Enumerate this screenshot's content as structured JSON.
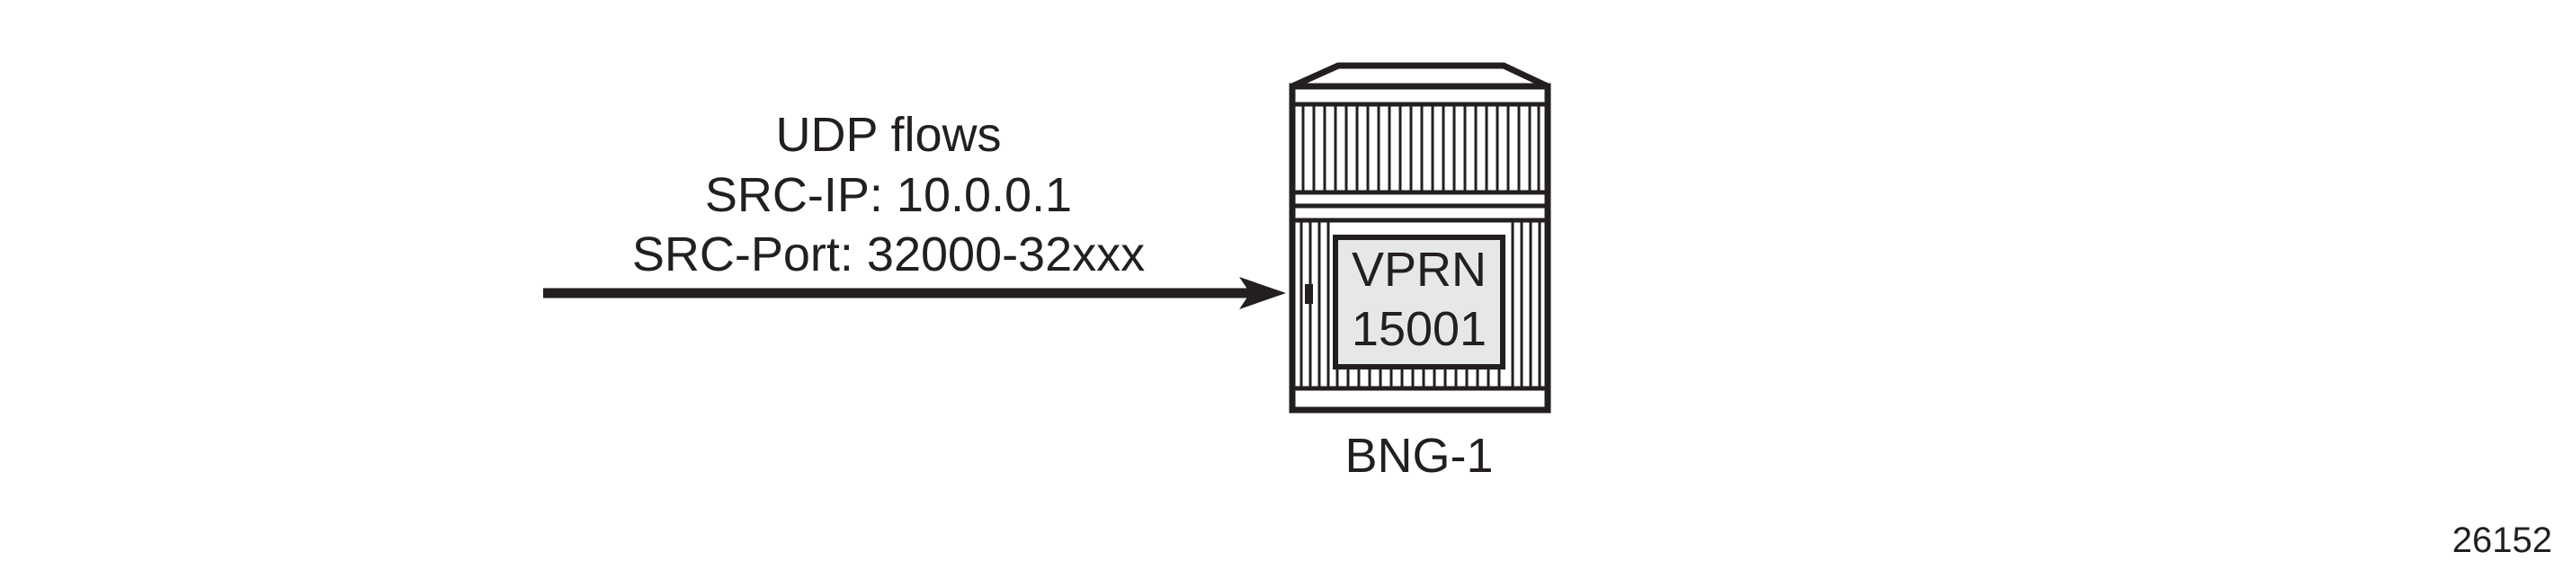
{
  "flow": {
    "line1": "UDP flows",
    "line2": "SRC-IP: 10.0.0.1",
    "line3": "SRC-Port: 32000-32xxx"
  },
  "node": {
    "service_line1": "VPRN",
    "service_line2": "15001",
    "name": "BNG-1"
  },
  "figure_id": "26152",
  "colors": {
    "stroke": "#231f20",
    "service_fill": "#e6e7e8",
    "background": "#ffffff"
  }
}
